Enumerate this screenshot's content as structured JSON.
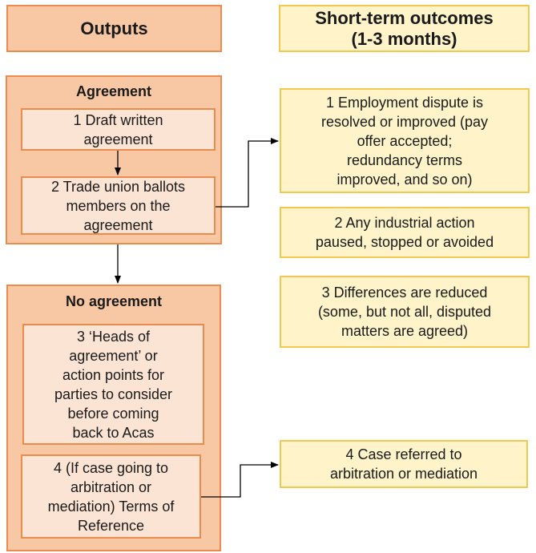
{
  "headers": {
    "outputs": "Outputs",
    "outcomes_line1": "Short-term outcomes",
    "outcomes_line2": "(1-3 months)"
  },
  "agreement": {
    "title": "Agreement",
    "item1": [
      "1 Draft written",
      "agreement"
    ],
    "item2": [
      "2 Trade union ballots",
      "members on the",
      "agreement"
    ]
  },
  "no_agreement": {
    "title": "No agreement",
    "item3": [
      "3 ‘Heads of",
      "agreement’ or",
      "action points for",
      "parties to consider",
      "before coming",
      "back to Acas"
    ],
    "item4": [
      "4 (If case going to",
      "arbitration or",
      "mediation) Terms of",
      "Reference"
    ]
  },
  "outcomes": {
    "o1": [
      "1 Employment dispute is",
      "resolved or improved (pay",
      "offer accepted;",
      "redundancy terms",
      "improved, and so on)"
    ],
    "o2": [
      "2 Any industrial action",
      "paused, stopped or avoided"
    ],
    "o3": [
      "3 Differences are reduced",
      "(some, but not all, disputed",
      "matters are agreed)"
    ],
    "o4": [
      "4 Case referred to",
      "arbitration or mediation"
    ]
  },
  "colors": {
    "orange_fill": "#f8c8a5",
    "orange_light": "#fbe4d4",
    "orange_border": "#ec8b4e",
    "yellow_fill": "#fff3c9",
    "yellow_border": "#f2c84e"
  }
}
